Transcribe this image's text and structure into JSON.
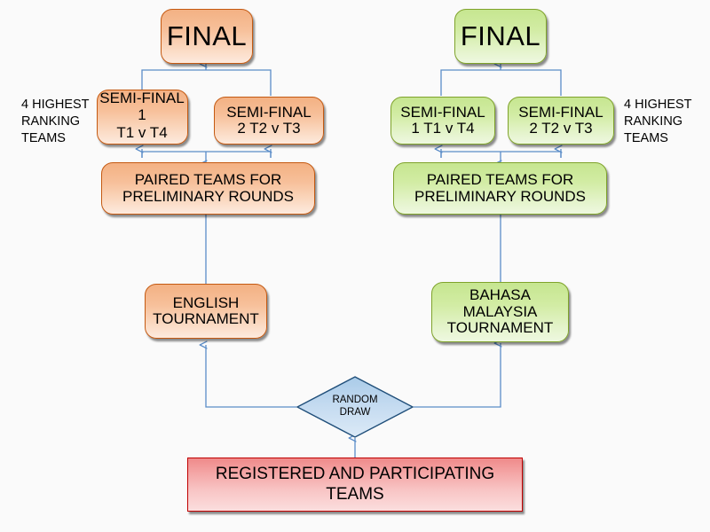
{
  "diagram": {
    "title": "Tournament Structure Flowchart",
    "background_color": "#fafafa",
    "connector_color": "#5b8dc8",
    "branches": {
      "left": {
        "accent_color": "#f3b183",
        "border_color": "#c45911",
        "final": "FINAL",
        "semi_final_1": {
          "line1": "SEMI-FINAL",
          "line2": "1",
          "line3": "T1 v T4"
        },
        "semi_final_2": {
          "line1": "SEMI-FINAL",
          "line2": "2 T2 v T3"
        },
        "paired": {
          "line1": "PAIRED TEAMS FOR",
          "line2": "PRELIMINARY ROUNDS"
        },
        "tournament": {
          "line1": "ENGLISH",
          "line2": "TOURNAMENT"
        },
        "note": {
          "line1": "4 HIGHEST",
          "line2": "RANKING",
          "line3": "TEAMS"
        }
      },
      "right": {
        "accent_color": "#c6e690",
        "border_color": "#7fa32b",
        "final": "FINAL",
        "semi_final_1": {
          "line1": "SEMI-FINAL",
          "line2": "1 T1 v T4"
        },
        "semi_final_2": {
          "line1": "SEMI-FINAL",
          "line2": "2 T2 v T3"
        },
        "paired": {
          "line1": "PAIRED TEAMS FOR",
          "line2": "PRELIMINARY ROUNDS"
        },
        "tournament": {
          "line1": "BAHASA",
          "line2": "MALAYSIA",
          "line3": "TOURNAMENT"
        },
        "note": {
          "line1": "4 HIGHEST",
          "line2": "RANKING",
          "line3": "TEAMS"
        }
      }
    },
    "decision": {
      "line1": "RANDOM",
      "line2": "DRAW",
      "fill_color": "#bcd6ee",
      "border_color": "#1f4e79"
    },
    "source": {
      "line1": "REGISTERED AND PARTICIPATING",
      "line2": "TEAMS",
      "fill_color": "#f3a0a0",
      "border_color": "#c00000"
    }
  }
}
